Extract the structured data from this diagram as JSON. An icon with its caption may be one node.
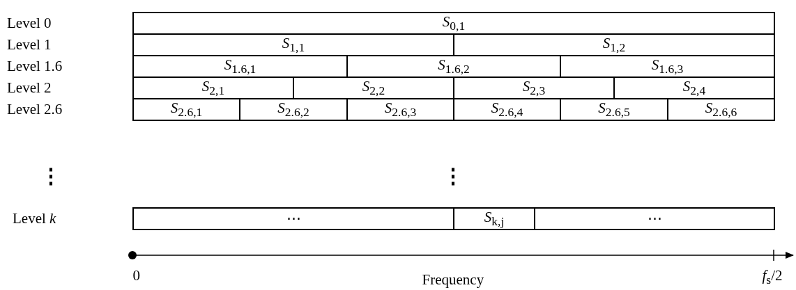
{
  "diagram": {
    "nodes": [
      {
        "text": [
          "*S*$_{0,1}$"
        ]
      },
      {
        "text": [
          "*S*$_{1,1}$"
        ]
      },
      {
        "text": [
          "*S*$_{1,2}$"
        ]
      },
      {
        "text": [
          "*S*$_{1.6,1}$"
        ]
      },
      {
        "text": [
          "*S*$_{1.6,2}$"
        ]
      },
      {
        "text": [
          "*S*$_{1.6,3}$"
        ]
      },
      {
        "text": [
          "*S*$_{2,1}$"
        ]
      },
      {
        "text": [
          "*S*$_{2,2}$"
        ]
      },
      {
        "text": [
          "*S*$_{2,3}$"
        ]
      },
      {
        "text": [
          "*S*$_{2,4}$"
        ]
      },
      {
        "text": [
          "*S*$_{2.6,1}$"
        ]
      },
      {
        "text": [
          "*S*$_{2.6,2}$"
        ]
      },
      {
        "text": [
          "*S*$_{2.6,3}$"
        ]
      },
      {
        "text": [
          "*S*$_{2.6,4}$"
        ]
      },
      {
        "text": [
          "*S*$_{2.6,5}$"
        ]
      },
      {
        "text": [
          "*S*$_{2.6,6}$"
        ]
      },
      {
        "text": [
          "⋯"
        ]
      },
      {
        "text": [
          "*S*$_{k,j}$"
        ]
      },
      {
        "text": [
          "⋯"
        ]
      }
    ],
    "edges": [],
    "labels": [
      "Level 0",
      "Level 1",
      "Level 1.6",
      "Level 2",
      "Level 2.6",
      "⋮",
      "⋮",
      "Level *k*",
      "0",
      "Frequency",
      "*f*$_{s}$/2"
    ]
  }
}
